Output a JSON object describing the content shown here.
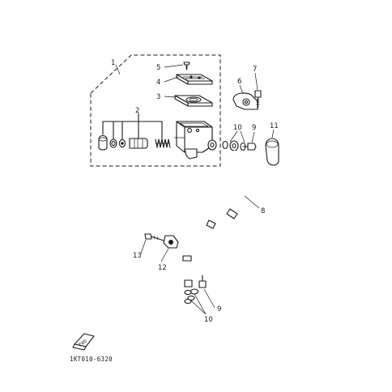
{
  "callouts": {
    "p1": "1",
    "p2": "2",
    "p3": "3",
    "p4": "4",
    "p5": "5",
    "p6": "6",
    "p7": "7",
    "p8": "8",
    "p9a": "9",
    "p9b": "9",
    "p10a": "10",
    "p10b": "10",
    "p11": "11",
    "p12": "12",
    "p13": "13"
  },
  "front_badge": "FWD",
  "figure_code": "1KT010-6320",
  "colors": {
    "ink": "#1a1a1a",
    "paper": "#ffffff"
  }
}
